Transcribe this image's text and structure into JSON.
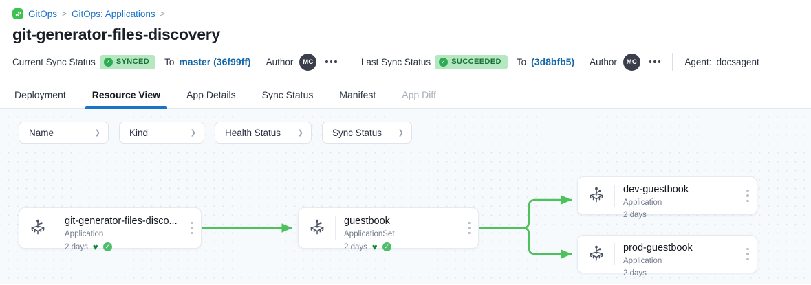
{
  "breadcrumb": {
    "logo_icon": "gitops-logo-icon",
    "items": [
      {
        "label": "GitOps",
        "sep": ">"
      },
      {
        "label": "GitOps: Applications",
        "sep": ">"
      }
    ]
  },
  "page_title": "git-generator-files-discovery",
  "status_bar": {
    "current": {
      "label": "Current Sync Status",
      "badge": "SYNCED",
      "to_word": "To",
      "revision": "master (36f99ff)",
      "author_label": "Author",
      "avatar_initials": "MC",
      "menu_icon": "more-horizontal-icon"
    },
    "last": {
      "label": "Last Sync Status",
      "badge": "SUCCEEDED",
      "to_word": "To",
      "revision": "(3d8bfb5)",
      "author_label": "Author",
      "avatar_initials": "MC",
      "menu_icon": "more-horizontal-icon"
    },
    "agent_label": "Agent:",
    "agent_value": "docsagent"
  },
  "tabs": [
    {
      "label": "Deployment",
      "active": false,
      "disabled": false
    },
    {
      "label": "Resource View",
      "active": true,
      "disabled": false
    },
    {
      "label": "App Details",
      "active": false,
      "disabled": false
    },
    {
      "label": "Sync Status",
      "active": false,
      "disabled": false
    },
    {
      "label": "Manifest",
      "active": false,
      "disabled": false
    },
    {
      "label": "App Diff",
      "active": false,
      "disabled": true
    }
  ],
  "filters": [
    {
      "label": "Name",
      "chevron": "chevron-down-icon"
    },
    {
      "label": "Kind",
      "chevron": "chevron-down-icon"
    },
    {
      "label": "Health Status",
      "chevron": "chevron-down-icon"
    },
    {
      "label": "Sync Status",
      "chevron": "chevron-down-icon"
    }
  ],
  "graph": {
    "nodes": [
      {
        "id": "root",
        "title": "git-generator-files-disco...",
        "kind": "Application",
        "age": "2 days",
        "health_icon": "heart-icon",
        "sync_icon": "check-circle-icon",
        "has_status": true
      },
      {
        "id": "appset",
        "title": "guestbook",
        "kind": "ApplicationSet",
        "age": "2 days",
        "health_icon": "heart-icon",
        "sync_icon": "check-circle-icon",
        "has_status": true
      },
      {
        "id": "dev",
        "title": "dev-guestbook",
        "kind": "Application",
        "age": "2 days",
        "has_status": false
      },
      {
        "id": "prod",
        "title": "prod-guestbook",
        "kind": "Application",
        "age": "2 days",
        "has_status": false
      }
    ],
    "edges": [
      {
        "from": "root",
        "to": "appset"
      },
      {
        "from": "appset",
        "to": "dev"
      },
      {
        "from": "appset",
        "to": "prod"
      }
    ]
  },
  "colors": {
    "accent_blue": "#1a73c7",
    "link_blue": "#1466a8",
    "edge_green": "#4dc15b",
    "badge_bg": "#b5e8c0",
    "badge_text": "#17703a",
    "health_green": "#0f8a32",
    "canvas_bg": "#f7fafd"
  }
}
